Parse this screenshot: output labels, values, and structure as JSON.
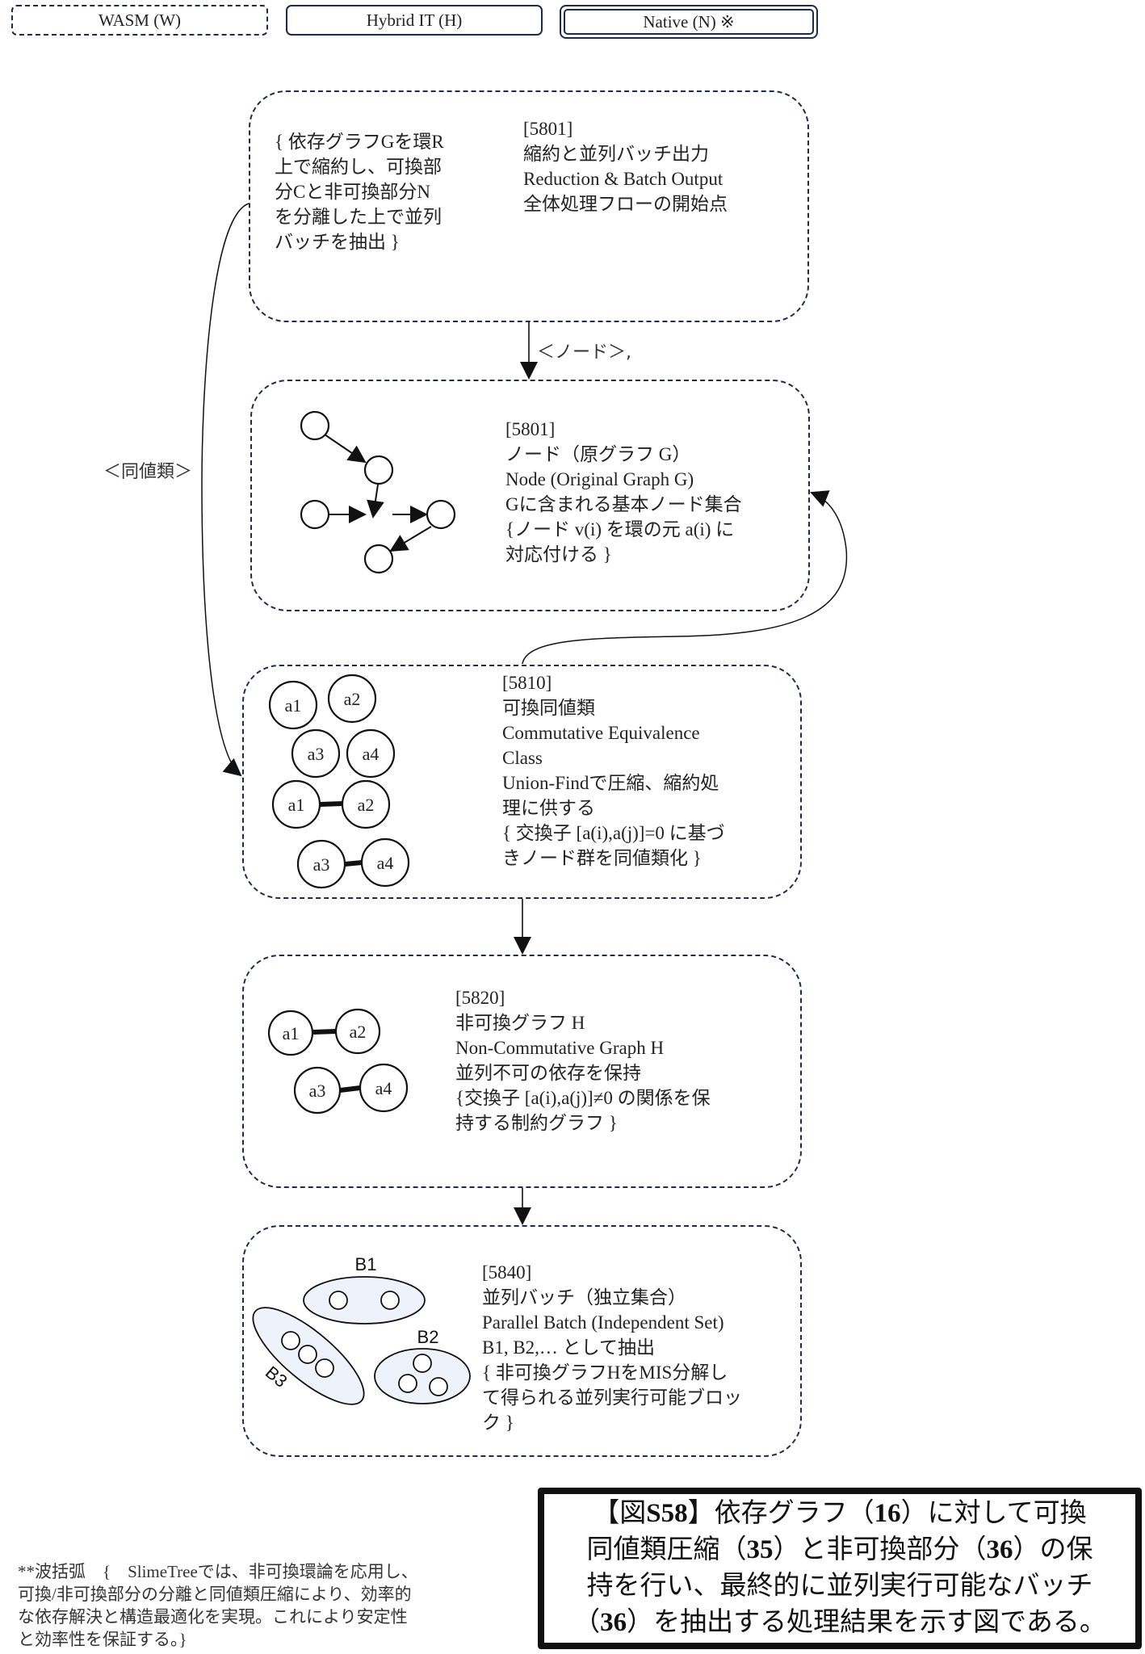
{
  "legend": {
    "wasm": "WASM (W)",
    "hybrid": "Hybrid IT (H)",
    "native": "Native (N) ※"
  },
  "stages": [
    {
      "id": "5801-top",
      "note": "{ 依存グラフGを環R\n上で縮約し、可換部\n分Cと非可換部分N\nを分離した上で並列\nバッチを抽出 }",
      "text": "[5801]\n縮約と並列バッチ出力\nReduction & Batch Output\n全体処理フローの開始点"
    },
    {
      "id": "5801-node",
      "text": "[5801]\nノード（原グラフ G）\nNode (Original Graph G)\nGに含まれる基本ノード集合\n{ノード v(i) を環の元 a(i) に\n対応付ける }"
    },
    {
      "id": "5810",
      "text": "[5810]\n可換同値類\nCommutative Equivalence\nClass\nUnion-Findで圧縮、縮約処\n理に供する\n{ 交換子 [a(i),a(j)]=0 に基づ\nきノード群を同値類化 }",
      "nodes": [
        "a1",
        "a2",
        "a3",
        "a4",
        "a1",
        "a2",
        "a3",
        "a4"
      ]
    },
    {
      "id": "5820",
      "text": "[5820]\n非可換グラフ H\nNon-Commutative Graph H\n並列不可の依存を保持\n{交換子 [a(i),a(j)]≠0 の関係を保\n持する制約グラフ }",
      "nodes": [
        "a1",
        "a2",
        "a3",
        "a4"
      ]
    },
    {
      "id": "5840",
      "text": "[5840]\n並列バッチ（独立集合）\nParallel Batch (Independent Set)\nB1, B2,… として抽出\n{ 非可換グラフHをMIS分解し\nて得られる並列実行可能ブロッ\nク }",
      "batches": [
        "B1",
        "B2",
        "B3"
      ]
    }
  ],
  "connectors": {
    "node_label": "＜ノード＞,",
    "equiv_label": "＜同値類＞"
  },
  "footnote": "**波括弧　{　SlimeTreeでは、非可換環論を応用し、\n可換/非可換部分の分離と同値類圧縮により、効率的\nな依存解決と構造最適化を実現。これにより安定性\nと効率性を保証する。}",
  "caption": {
    "line1_pre": "【図",
    "fig_id": "S58",
    "line1_post": "】依存グラフ（",
    "n16": "16",
    "line1_end": "）に対して可換",
    "line2_a": "同値類圧縮（",
    "n35": "35",
    "line2_b": "）と非可換部分（",
    "n36a": "36",
    "line2_c": "）の保",
    "line3": "持を行い、最終的に並列実行可能なバッチ",
    "line4_a": "（",
    "n36b": "36",
    "line4_b": "）を抽出する処理結果を示す図である。"
  },
  "colors": {
    "box_border": "#1c2b4a",
    "batch_fill": "#eef2fa"
  }
}
